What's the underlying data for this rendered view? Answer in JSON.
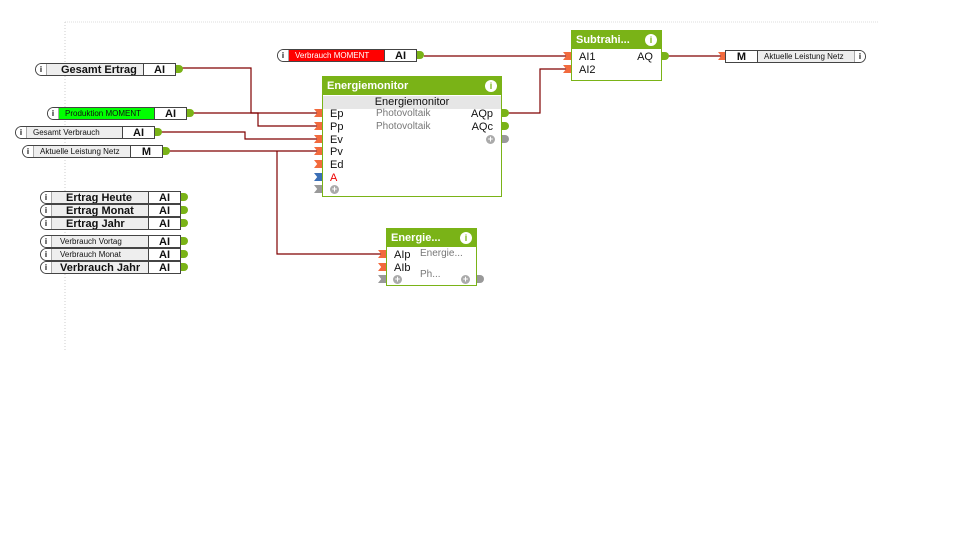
{
  "inputs": [
    {
      "label": "Gesamt Ertrag",
      "type": "AI"
    },
    {
      "label": "Produktion MOMENT",
      "type": "AI",
      "color": "#00ff00"
    },
    {
      "label": "Gesamt Verbrauch",
      "type": "AI"
    },
    {
      "label": "Aktuelle Leistung Netz",
      "type": "M"
    },
    {
      "label": "Verbrauch MOMENT",
      "type": "AI",
      "color": "#ff0000"
    }
  ],
  "outputs_list": [
    {
      "label": "Ertrag Heute",
      "type": "AI"
    },
    {
      "label": "Ertrag Monat",
      "type": "AI"
    },
    {
      "label": "Ertrag Jahr",
      "type": "AI"
    },
    {
      "label": "Verbrauch Vortag",
      "type": "AI"
    },
    {
      "label": "Verbrauch Monat",
      "type": "AI"
    },
    {
      "label": "Verbrauch Jahr",
      "type": "AI"
    }
  ],
  "info_icon": "i",
  "energiemonitor": {
    "title": "Energiemonitor",
    "subtitle": "Energiemonitor",
    "inputs": [
      "Ep",
      "Pp",
      "Ev",
      "Pv",
      "Ed",
      "A"
    ],
    "params": [
      "Photovoltaik",
      "Photovoltaik"
    ],
    "outputs": [
      "AQp",
      "AQc"
    ]
  },
  "subtrahierer": {
    "title": "Subtrahi...",
    "inputs": [
      "AI1",
      "AI2"
    ],
    "output": "AQ"
  },
  "netz_out": {
    "type": "M",
    "label": "Aktuelle Leistung Netz"
  },
  "energie_small": {
    "title": "Energie...",
    "inputs": [
      "AIp",
      "AIb"
    ],
    "params": [
      "Energie...",
      "Ph..."
    ]
  },
  "colors": {
    "accent": "#7ab317",
    "wire": "#800000"
  }
}
